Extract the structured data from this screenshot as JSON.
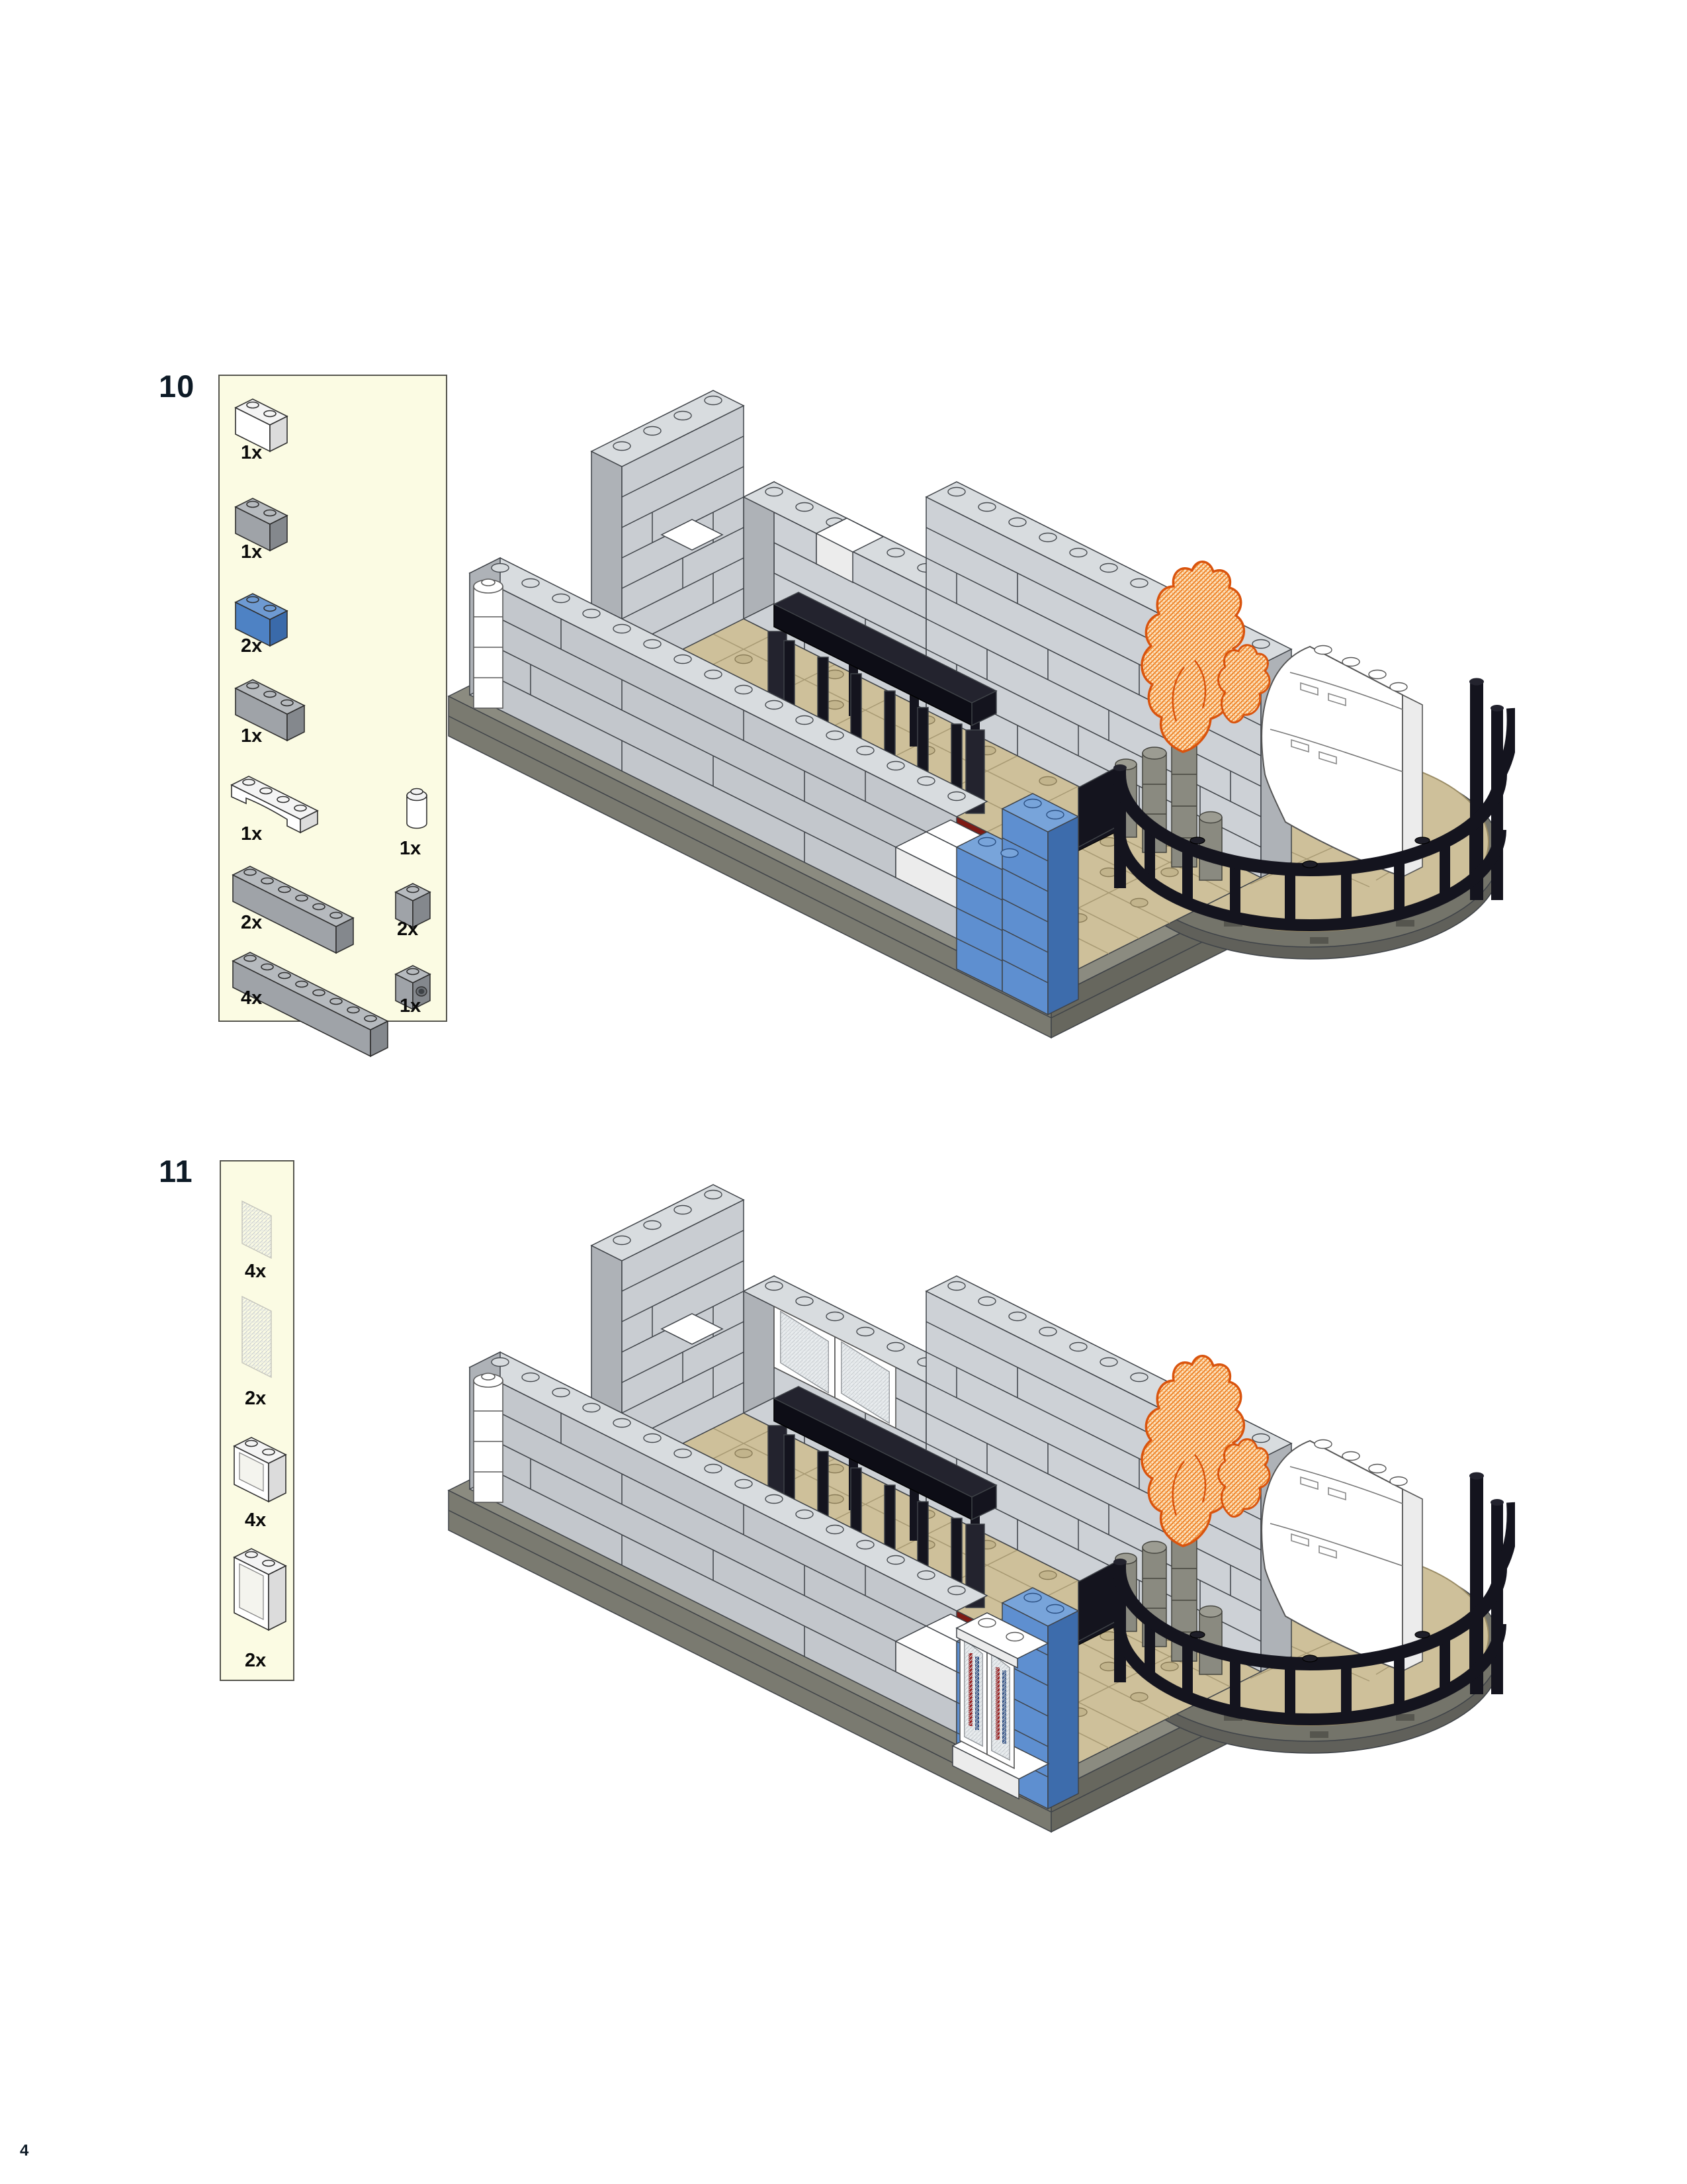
{
  "page": {
    "number": "4"
  },
  "steps": [
    {
      "number": "10",
      "parts": [
        {
          "name": "brick-1x2-white",
          "qty": "1x"
        },
        {
          "name": "brick-1x2-dark-gray",
          "qty": "1x"
        },
        {
          "name": "brick-1x2-blue",
          "qty": "2x"
        },
        {
          "name": "brick-1x3-dark-gray",
          "qty": "1x"
        },
        {
          "name": "arch-brick-white",
          "qty": "1x"
        },
        {
          "name": "brick-1x6-dark-gray",
          "qty": "2x"
        },
        {
          "name": "brick-1x8-dark-gray",
          "qty": "4x"
        },
        {
          "name": "round-brick-1x1-white",
          "qty": "1x"
        },
        {
          "name": "brick-1x1-dark-gray",
          "qty": "2x"
        },
        {
          "name": "technic-brick-1x1-dark-gray",
          "qty": "1x"
        }
      ]
    },
    {
      "number": "11",
      "parts": [
        {
          "name": "glass-pane-1x2x2-trans",
          "qty": "4x"
        },
        {
          "name": "glass-pane-1x2x3-trans",
          "qty": "2x"
        },
        {
          "name": "window-frame-1x2x2-white",
          "qty": "4x"
        },
        {
          "name": "window-frame-1x2x3-white",
          "qty": "2x"
        }
      ]
    }
  ],
  "colors": {
    "parts_box_bg": "#FBFBE3",
    "brick_blue": "#5E8FD0",
    "pool_rim_red": "#7E1A14",
    "pool_water_blue": "#24406E",
    "flame_orange": "#E8601A",
    "floor_tan": "#CEC09A",
    "wall_gray": "#C3C7CC"
  }
}
